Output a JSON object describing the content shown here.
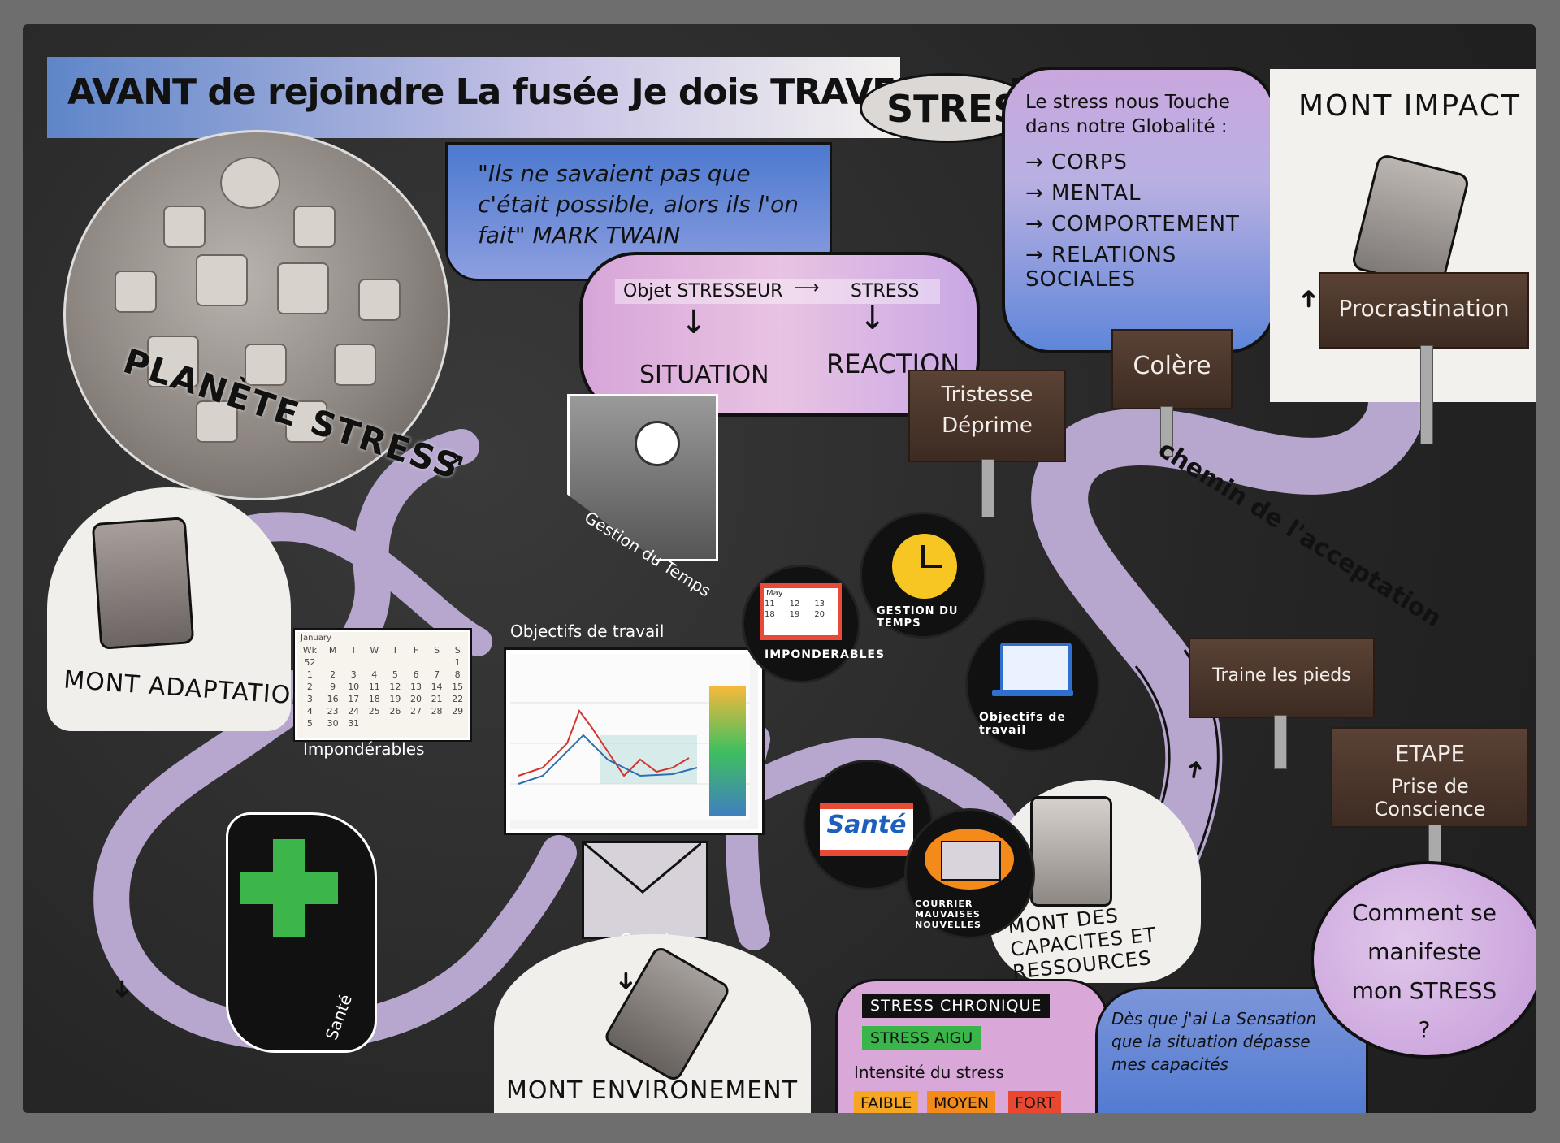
{
  "header": {
    "title": "AVANT de rejoindre La fusée Je dois TRAVERSER La planète",
    "stress_tag": "STRESS"
  },
  "planet": {
    "label": "PLANÈTE STRESS"
  },
  "quote": {
    "text": "\"Ils ne savaient pas que c'était possible, alors ils l'on fait\" MARK TWAIN"
  },
  "stress_diagram": {
    "stressor": "Objet STRESSEUR",
    "stress": "STRESS",
    "situation": "SITUATION",
    "reaction": "REACTION"
  },
  "globalite": {
    "intro": "Le stress nous Touche dans notre Globalité :",
    "items": [
      {
        "label": "→ CORPS"
      },
      {
        "label": "→ MENTAL"
      },
      {
        "label": "→ COMPORTEMENT"
      },
      {
        "label": "→ RELATIONS SOCIALES"
      }
    ]
  },
  "mountains": {
    "impact": "MONT IMPACT",
    "adaptation": "MONT ADAPTATION",
    "environement": "MONT ENVIRONEMENT",
    "capacites": "MONT DES CAPACITES ET RESSOURCES"
  },
  "signs": {
    "procrastination": "Procrastination",
    "colere": "Colère",
    "tristesse_line1": "Tristesse",
    "tristesse_line2": "Déprime",
    "traine": "Traine les pieds",
    "etape_line1": "ETAPE",
    "etape_line2": "Prise de Conscience"
  },
  "road": {
    "label": "chemin de l'acceptation"
  },
  "labels": {
    "gestion_temps": "Gestion du Temps",
    "objectifs": "Objectifs de travail",
    "imponderables": "Impondérables",
    "courrier": "Courrier",
    "sante": "Santé"
  },
  "discs": {
    "imponderables": "IMPONDERABLES",
    "gestion": "GESTION DU TEMPS",
    "objectifs": "Objectifs de travail",
    "sante": "Santé",
    "courrier": "COURRIER MAUVAISES NOUVELLES"
  },
  "calendar": {
    "month": "January",
    "headers": [
      "Wk",
      "M",
      "T",
      "W",
      "T",
      "F",
      "S",
      "S"
    ],
    "rows": [
      [
        "52",
        "",
        "",
        "",
        "",
        "",
        "",
        "1"
      ],
      [
        "1",
        "2",
        "3",
        "4",
        "5",
        "6",
        "7",
        "8"
      ],
      [
        "2",
        "9",
        "10",
        "11",
        "12",
        "13",
        "14",
        "15"
      ],
      [
        "3",
        "16",
        "17",
        "18",
        "19",
        "20",
        "21",
        "22"
      ],
      [
        "4",
        "23",
        "24",
        "25",
        "26",
        "27",
        "28",
        "29"
      ],
      [
        "5",
        "30",
        "31",
        "",
        "",
        "",
        "",
        ""
      ]
    ]
  },
  "mini_calendar": {
    "month": "May",
    "rows": [
      [
        "11",
        "12",
        "13"
      ],
      [
        "18",
        "19",
        "20"
      ]
    ]
  },
  "chronic": {
    "chronique": "STRESS CHRONIQUE",
    "aigu": "STRESS AIGU",
    "intensite": "Intensité du stress",
    "faible": "FAIBLE",
    "moyen": "MOYEN",
    "fort": "FORT"
  },
  "des_que": {
    "text": "Dès que j'ai La Sensation que la situation dépasse mes capacités"
  },
  "comment": {
    "text": "Comment se manifeste mon STRESS ?"
  },
  "colors": {
    "board": "#2b2b2b",
    "road": "#b7a7cf",
    "sign_wood": "#4a3429",
    "quote_blue": "#4c79cf",
    "pink": "#d9a8d9"
  }
}
